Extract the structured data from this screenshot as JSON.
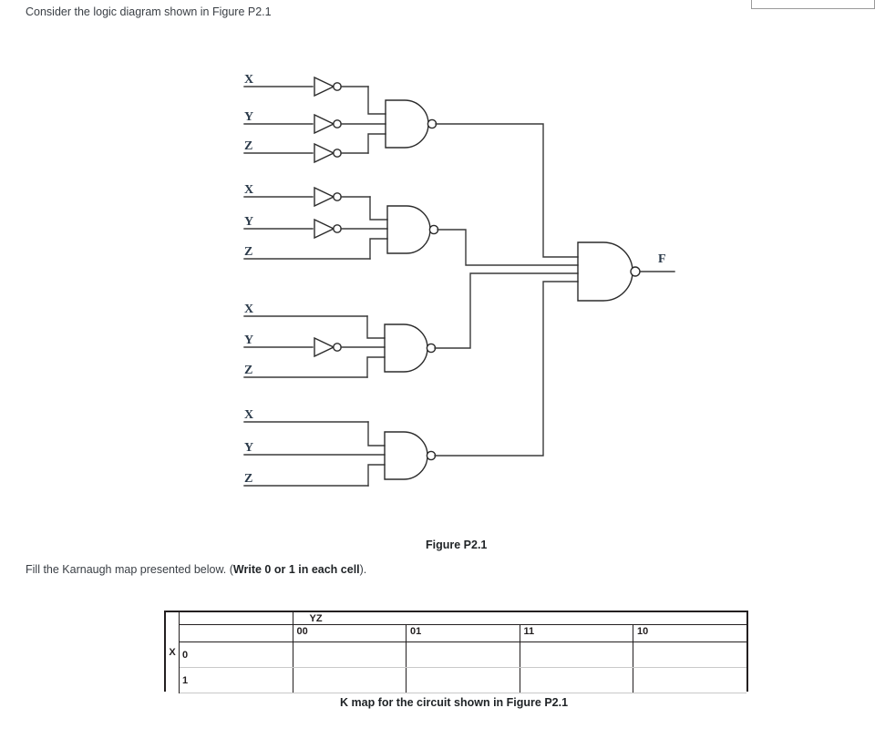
{
  "page": {
    "prompt_top": "Consider the logic diagram shown in Figure P2.1",
    "prompt_kmap_prefix": "Fill the Karnaugh map presented below. (",
    "prompt_kmap_bold": "Write 0 or 1 in each cell",
    "prompt_kmap_suffix": ").",
    "figure_caption": "Figure P2.1",
    "kmap_caption": "K map for the circuit shown in Figure P2.1",
    "background_color": "#ffffff",
    "line_color": "#3a3a3a",
    "text_color": "#3a3f45"
  },
  "circuit": {
    "output_label": "F",
    "output_gate_type": "NAND",
    "output_gate_inputs": 4,
    "groups": [
      {
        "id": "group-1",
        "gate_type": "NAND",
        "inputs": [
          {
            "label": "X",
            "inverted": true
          },
          {
            "label": "Y",
            "inverted": true
          },
          {
            "label": "Z",
            "inverted": true
          }
        ]
      },
      {
        "id": "group-2",
        "gate_type": "NAND",
        "inputs": [
          {
            "label": "X",
            "inverted": true
          },
          {
            "label": "Y",
            "inverted": true
          },
          {
            "label": "Z",
            "inverted": false
          }
        ]
      },
      {
        "id": "group-3",
        "gate_type": "NAND",
        "inputs": [
          {
            "label": "X",
            "inverted": false
          },
          {
            "label": "Y",
            "inverted": true
          },
          {
            "label": "Z",
            "inverted": false
          }
        ]
      },
      {
        "id": "group-4",
        "gate_type": "NAND",
        "inputs": [
          {
            "label": "X",
            "inverted": false
          },
          {
            "label": "Y",
            "inverted": false
          },
          {
            "label": "Z",
            "inverted": false
          }
        ]
      }
    ]
  },
  "kmap": {
    "top_var_label": "YZ",
    "side_var_label": "X",
    "column_headers": [
      "00",
      "01",
      "11",
      "10"
    ],
    "row_headers": [
      "0",
      "1"
    ],
    "cells": [
      [
        "",
        "",
        "",
        ""
      ],
      [
        "",
        "",
        "",
        ""
      ]
    ]
  }
}
